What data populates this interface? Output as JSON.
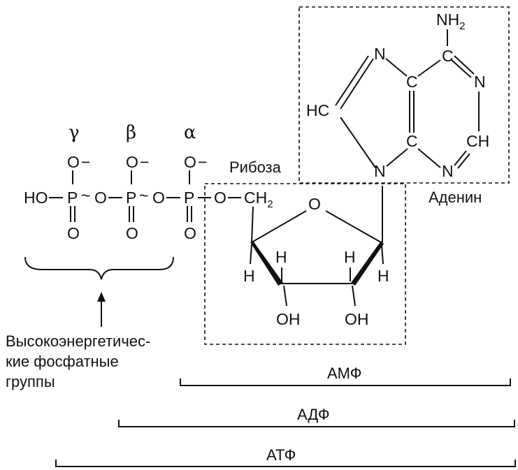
{
  "phosphates": {
    "gamma": "γ",
    "beta": "β",
    "alpha": "α",
    "ho": "HO",
    "p": "P",
    "o": "O",
    "tilde": "~",
    "minus": "−"
  },
  "ribose": {
    "label": "Рибоза",
    "ring_o": "O",
    "ch2": "CH",
    "ch2_sub": "2",
    "h": "H",
    "oh": "OH"
  },
  "adenine": {
    "label": "Аденин",
    "nh2": "NH",
    "nh2_sub": "2",
    "n": "N",
    "c": "C",
    "hc": "HC",
    "ch": "CH"
  },
  "caption": {
    "line1": "Высокоэнергетичес-",
    "line2": "кие фосфатные",
    "line3": "группы"
  },
  "spans": {
    "amp": "АМФ",
    "adp": "АДФ",
    "atp": "АТФ"
  }
}
